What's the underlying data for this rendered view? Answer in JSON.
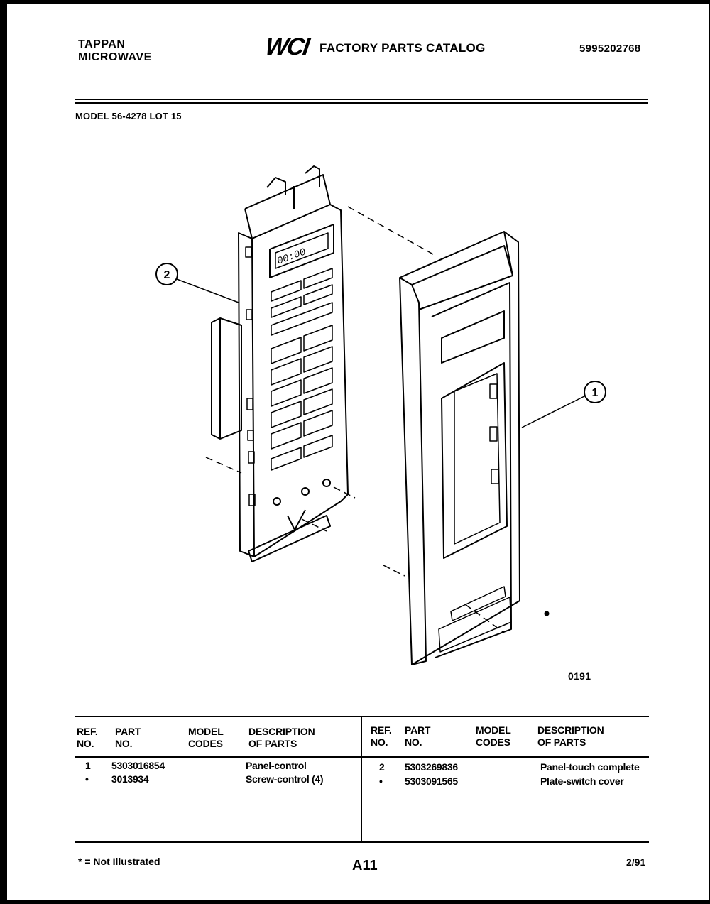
{
  "header": {
    "brand_line1": "TAPPAN",
    "brand_line2": "MICROWAVE",
    "logo_text": "WCI",
    "catalog_title": "FACTORY PARTS CATALOG",
    "doc_number": "5995202768"
  },
  "model_line": "MODEL 56-4278 LOT 15",
  "diagram": {
    "callouts": [
      "2",
      "1"
    ],
    "drawing_code": "0191",
    "display_digits": "00:00"
  },
  "table": {
    "headers": {
      "ref": [
        "REF.",
        "NO."
      ],
      "part": [
        "PART",
        "NO."
      ],
      "codes": [
        "MODEL",
        "CODES"
      ],
      "desc": [
        "DESCRIPTION",
        "OF PARTS"
      ]
    },
    "left_rows": [
      {
        "ref": "1",
        "part": "5303016854",
        "codes": "",
        "desc": "Panel-control"
      },
      {
        "ref": "•",
        "part": "3013934",
        "codes": "",
        "desc": "Screw-control (4)"
      }
    ],
    "right_rows": [
      {
        "ref": "2",
        "part": "5303269836",
        "codes": "",
        "desc": "Panel-touch complete"
      },
      {
        "ref": "•",
        "part": "5303091565",
        "codes": "",
        "desc": "Plate-switch cover"
      }
    ]
  },
  "footer": {
    "legend": "* = Not Illustrated",
    "page": "A11",
    "date": "2/91"
  }
}
